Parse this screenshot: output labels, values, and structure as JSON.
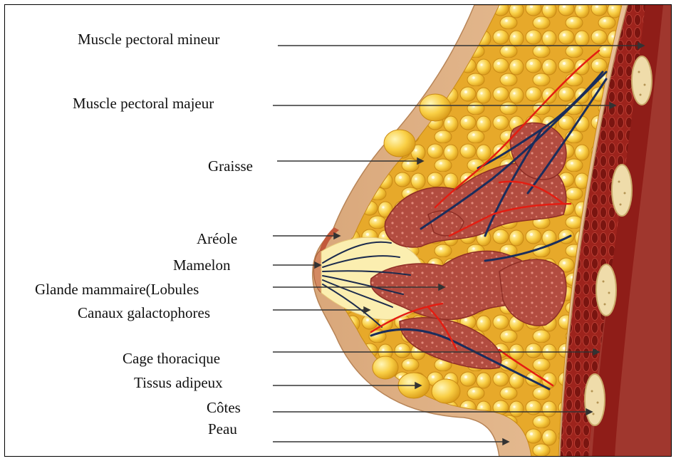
{
  "figure": {
    "labels": [
      {
        "id": "muscle-pectoral-mineur",
        "text": "Muscle pectoral mineur"
      },
      {
        "id": "muscle-pectoral-majeur",
        "text": "Muscle pectoral majeur"
      },
      {
        "id": "graisse",
        "text": "Graisse"
      },
      {
        "id": "areole",
        "text": "Aréole"
      },
      {
        "id": "mamelon",
        "text": "Mamelon"
      },
      {
        "id": "glande-mammaire",
        "text": "Glande mammaire(Lobules"
      },
      {
        "id": "canaux-galactophores",
        "text": "Canaux galactophores"
      },
      {
        "id": "cage-thoracique",
        "text": "Cage thoracique"
      },
      {
        "id": "tissus-adipeux",
        "text": "Tissus adipeux"
      },
      {
        "id": "cotes",
        "text": "Côtes"
      },
      {
        "id": "peau",
        "text": "Peau"
      }
    ]
  },
  "colors": {
    "skin": "#e2b487",
    "fat": "#f6c23a",
    "gland": "#b04a3e",
    "muscle": "#8f1d18",
    "ribs": "#efdcaa",
    "vein": "#1a2d5c",
    "artery": "#e41d12",
    "leader_line": "#333333"
  }
}
